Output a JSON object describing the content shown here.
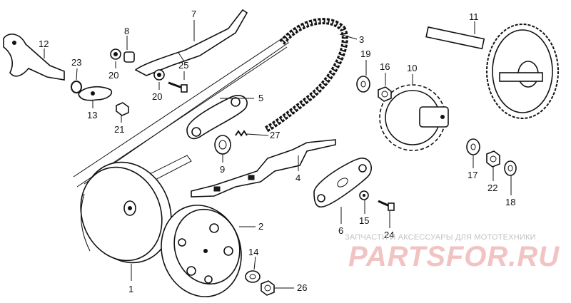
{
  "diagram": {
    "parts": {
      "p1": "1",
      "p2": "2",
      "p3": "3",
      "p4": "4",
      "p5": "5",
      "p6": "6",
      "p7": "7",
      "p8": "8",
      "p9": "9",
      "p10": "10",
      "p11": "11",
      "p12": "12",
      "p13": "13",
      "p14": "14",
      "p15": "15",
      "p16": "16",
      "p17": "17",
      "p18": "18",
      "p19": "19",
      "p20a": "20",
      "p20b": "20",
      "p21": "21",
      "p22": "22",
      "p23": "23",
      "p24": "24",
      "p25": "25",
      "p26": "26",
      "p27": "27"
    }
  },
  "watermark": {
    "caption": "ЗАПЧАСТИ И АКСЕССУАРЫ ДЛЯ МОТОТЕХНИКИ",
    "logo": "PARTSFOR.RU"
  }
}
